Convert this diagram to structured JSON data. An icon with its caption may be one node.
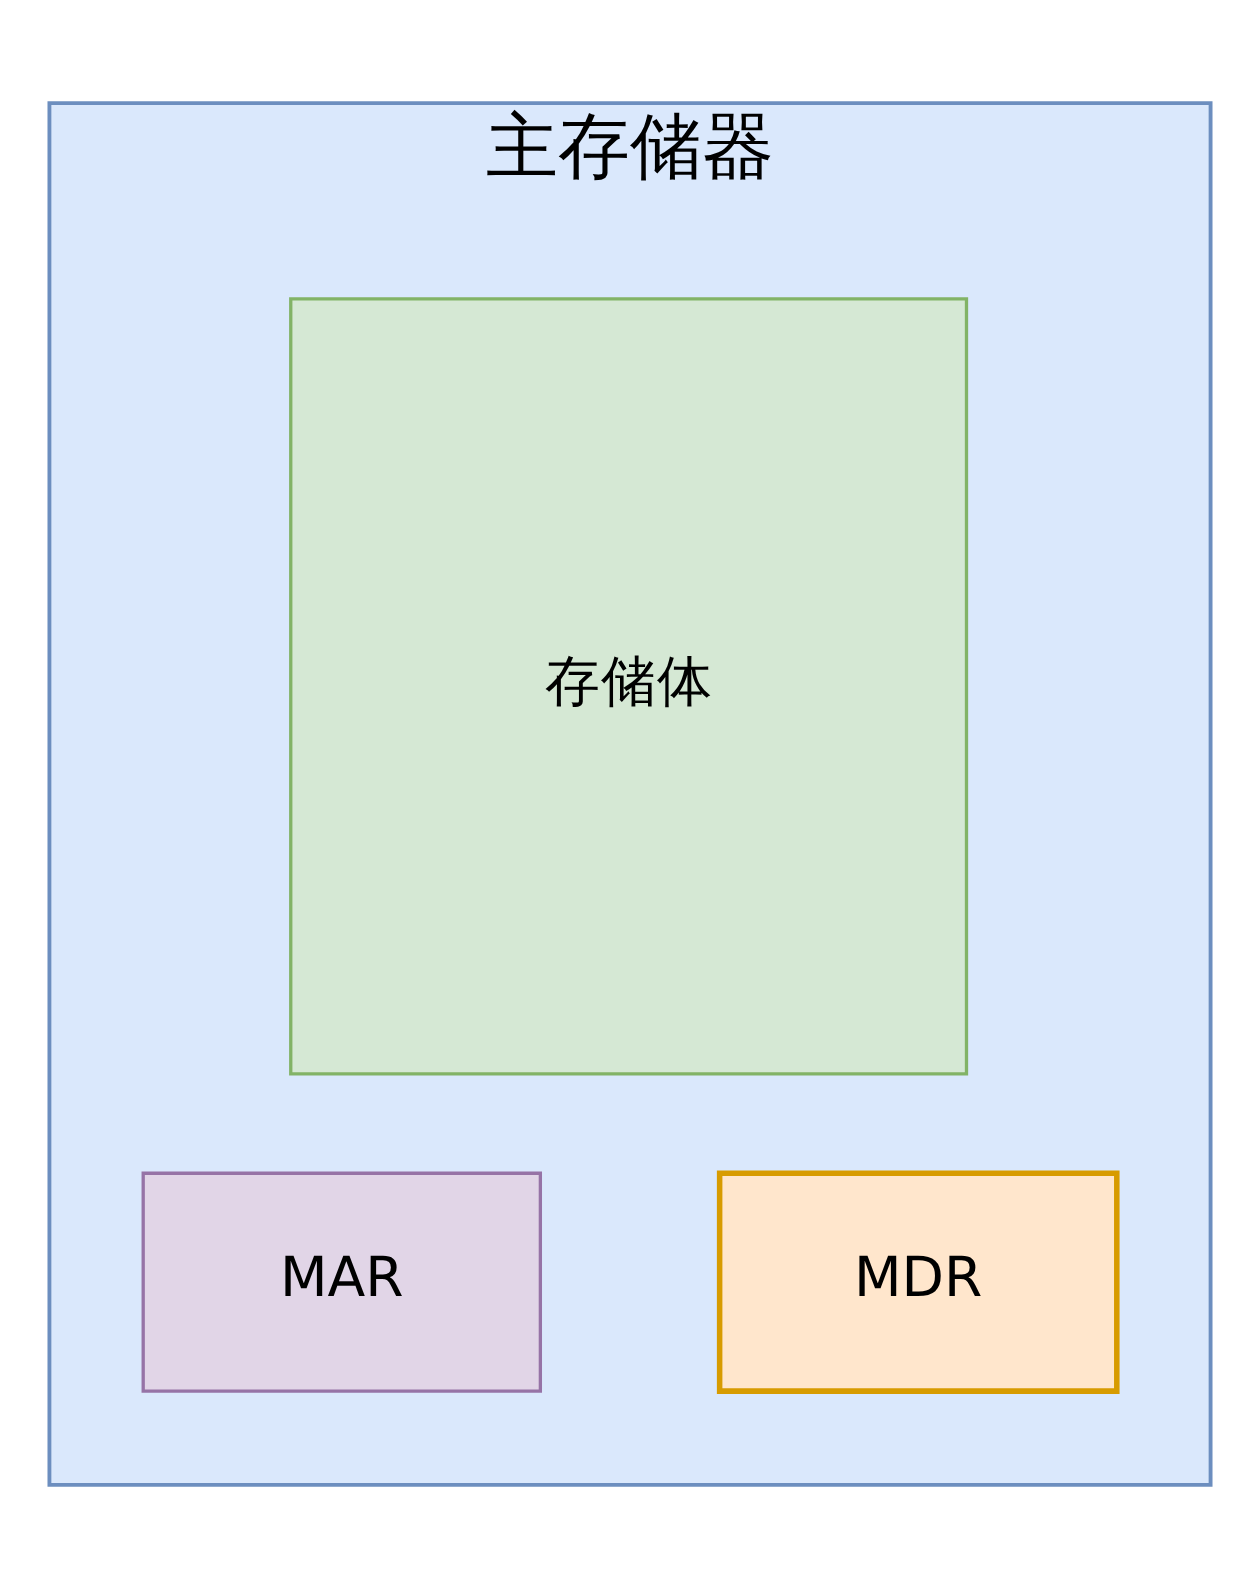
{
  "diagram": {
    "nodes": [
      {
        "text": [
          "主存储器"
        ]
      },
      {
        "text": [
          "存储体"
        ],
        "in": 0
      },
      {
        "text": [
          "MAR"
        ],
        "in": 0
      },
      {
        "text": [
          "MDR"
        ],
        "in": 0
      }
    ]
  }
}
